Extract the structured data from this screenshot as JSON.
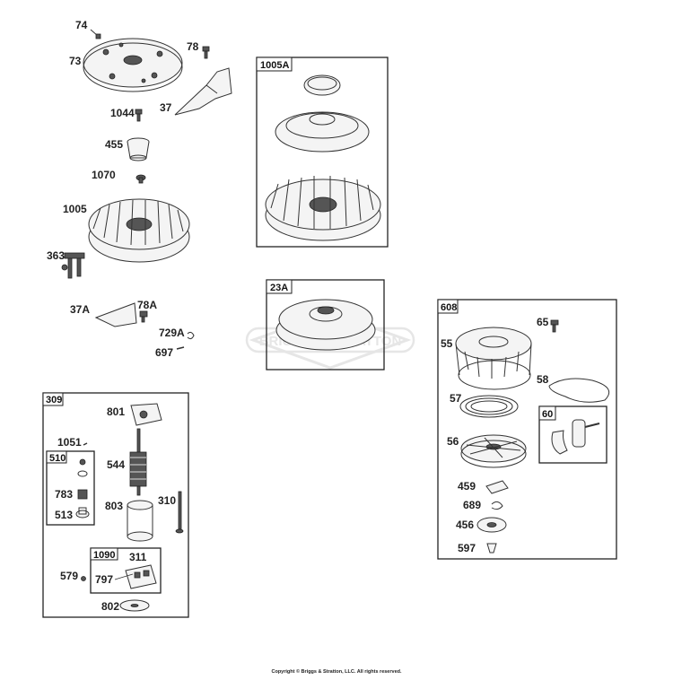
{
  "callouts": {
    "c74": "74",
    "c73": "73",
    "c78": "78",
    "c37": "37",
    "c1044": "1044",
    "c455": "455",
    "c1070": "1070",
    "c1005": "1005",
    "c363": "363",
    "c37A": "37A",
    "c78A": "78A",
    "c729A": "729A",
    "c697": "697",
    "c801": "801",
    "c1051": "1051",
    "c544": "544",
    "c783": "783",
    "c513": "513",
    "c803": "803",
    "c310": "310",
    "c311": "311",
    "c797": "797",
    "c579": "579",
    "c802": "802",
    "c65": "65",
    "c55": "55",
    "c58": "58",
    "c57": "57",
    "c56": "56",
    "c459": "459",
    "c689": "689",
    "c456": "456",
    "c597": "597"
  },
  "boxes": {
    "b1005A": "1005A",
    "b23A": "23A",
    "b309": "309",
    "b510": "510",
    "b1090": "1090",
    "b608": "608",
    "b60": "60"
  },
  "watermark": "BRIGGS & STRATTON",
  "copyright": "Copyright © Briggs & Stratton, LLC. All rights reserved.",
  "colors": {
    "line": "#333333",
    "background": "#ffffff",
    "watermark": "#e6e6e6"
  }
}
